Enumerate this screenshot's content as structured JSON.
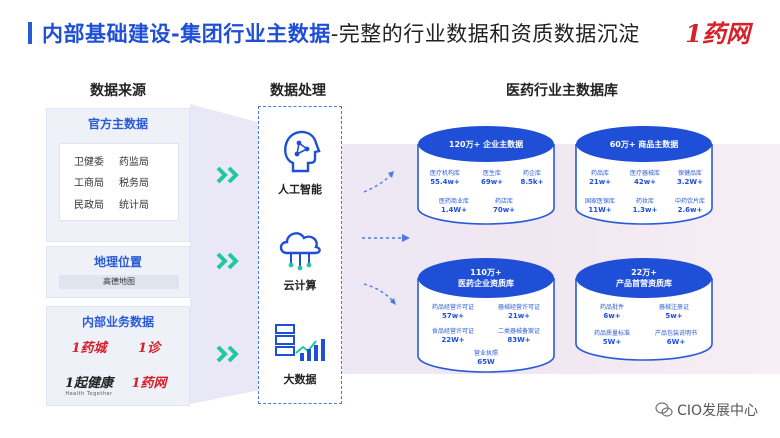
{
  "title": {
    "strong": "内部基础建设-集团行业主数据",
    "rest": "-完整的行业数据和资质数据沉淀"
  },
  "logo_text": "1药网",
  "columns": {
    "source": "数据来源",
    "process": "数据处理",
    "master": "医药行业主数据库"
  },
  "official": {
    "title": "官方主数据",
    "items": [
      "卫健委",
      "药监局",
      "工商局",
      "税务局",
      "民政局",
      "统计局"
    ]
  },
  "geo": {
    "title": "地理位置",
    "item": "高德地图"
  },
  "internal": {
    "title": "内部业务数据",
    "brands": [
      {
        "name": "1药城",
        "sub": ""
      },
      {
        "name": "1诊",
        "sub": ""
      },
      {
        "name": "1起健康",
        "sub": "Health Together"
      },
      {
        "name": "1药网",
        "sub": ""
      }
    ]
  },
  "processing": [
    "人工智能",
    "云计算",
    "大数据"
  ],
  "cylinders": [
    {
      "title": "120万+ 企业主数据",
      "metrics": [
        {
          "label": "医疗机构库",
          "value": "55.4w+"
        },
        {
          "label": "医生库",
          "value": "69w+"
        },
        {
          "label": "药企库",
          "value": "8.5k+"
        },
        {
          "label": "医药商业库",
          "value": "1.4W+"
        },
        {
          "label": "药店库",
          "value": "70w+"
        }
      ]
    },
    {
      "title": "60万+ 商品主数据",
      "metrics": [
        {
          "label": "药品库",
          "value": "21w+"
        },
        {
          "label": "医疗器械库",
          "value": "42w+"
        },
        {
          "label": "保健品库",
          "value": "3.2W+"
        },
        {
          "label": "国家医保库",
          "value": "11W+"
        },
        {
          "label": "药妆库",
          "value": "1.3w+"
        },
        {
          "label": "中药饮片库",
          "value": "2.6w+"
        }
      ]
    },
    {
      "title_line1": "110万+",
      "title_line2": "医药企业资质库",
      "metrics": [
        {
          "label": "药品经营许可证",
          "value": "57w+"
        },
        {
          "label": "器械经营许可证",
          "value": "21w+"
        },
        {
          "label": "食品经营许可证",
          "value": "22W+"
        },
        {
          "label": "二类器械备案证",
          "value": "83W+"
        },
        {
          "label": "营业执照",
          "value": "65W"
        }
      ]
    },
    {
      "title_line1": "22万+",
      "title_line2": "产品首营资质库",
      "metrics": [
        {
          "label": "药品批件",
          "value": "6w+"
        },
        {
          "label": "器械注册证",
          "value": "5w+"
        },
        {
          "label": "药品质量标准",
          "value": "5W+"
        },
        {
          "label": "产品包装说明书",
          "value": "6W+"
        }
      ]
    }
  ],
  "watermark": "CIO发展中心",
  "colors": {
    "brand_blue": "#1f4fd6",
    "logo_red": "#d6202a",
    "chevron_green": "#21c7a0"
  }
}
